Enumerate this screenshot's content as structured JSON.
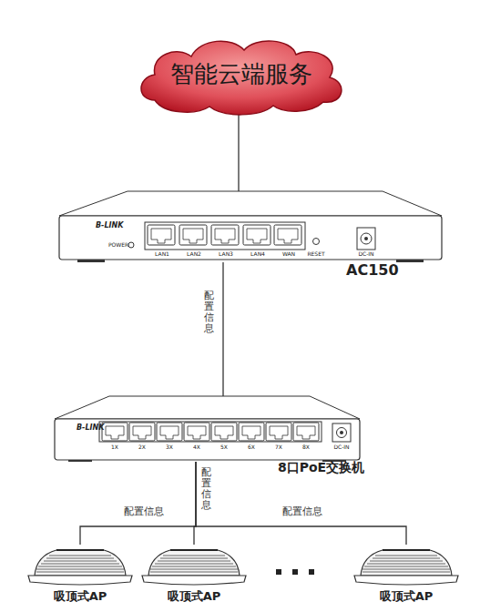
{
  "diagram": {
    "nodes": [
      {
        "text": [
          "智能云端服务"
        ]
      },
      {
        "text": [
          "B-LINK",
          "POWER",
          "LAN1",
          "LAN2",
          "LAN3",
          "LAN4",
          "WAN",
          "RESET",
          "DC-IN",
          "AC150"
        ]
      },
      {
        "text": [
          "B-LINK",
          "1X",
          "2X",
          "3X",
          "4X",
          "5X",
          "6X",
          "7X",
          "8X",
          "DC-IN",
          "8口PoE交换机"
        ]
      },
      {
        "text": [
          "吸顶式AP"
        ]
      },
      {
        "text": [
          "吸顶式AP"
        ]
      },
      {
        "text": [
          "吸顶式AP"
        ]
      }
    ],
    "edges": [
      {
        "from": 0,
        "to": 1,
        "arrow": "none"
      },
      {
        "from": 1,
        "to": 2,
        "label": "配置信息",
        "arrow": "none"
      },
      {
        "from": 2,
        "to": 3,
        "label": "配置信息",
        "arrow": "none"
      },
      {
        "from": 2,
        "to": 4,
        "arrow": "none"
      },
      {
        "from": 2,
        "to": 5,
        "label": "配置信息",
        "arrow": "none"
      }
    ],
    "labels": [
      "配置信息"
    ]
  }
}
